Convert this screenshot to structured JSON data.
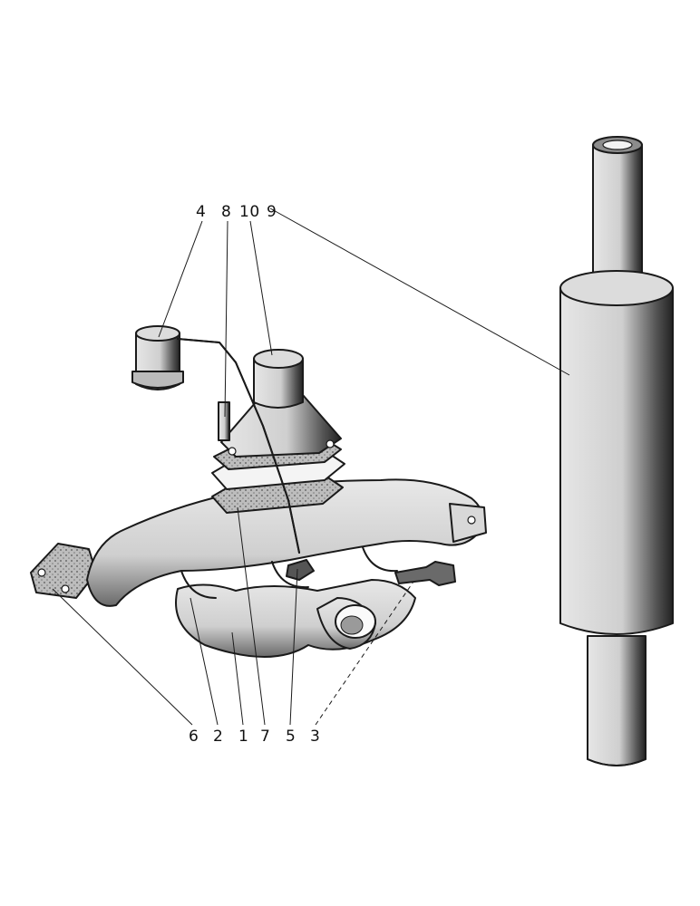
{
  "callouts": {
    "top": [
      "4",
      "8",
      "10",
      "9"
    ],
    "bottom": [
      "6",
      "2",
      "1",
      "7",
      "5",
      "3"
    ]
  },
  "colors": {
    "ink": "#1a1a1a",
    "tone": "#cfcfcf",
    "paper": "#ffffff"
  },
  "parts": [
    "exhaust-manifold",
    "inlet-manifold",
    "heat-control-flap",
    "vacuum-pipe-union",
    "pipe-union-nut",
    "manifold-gasket",
    "flange-gasket",
    "stud",
    "silencer",
    "exhaust-pipe-adaptor"
  ]
}
